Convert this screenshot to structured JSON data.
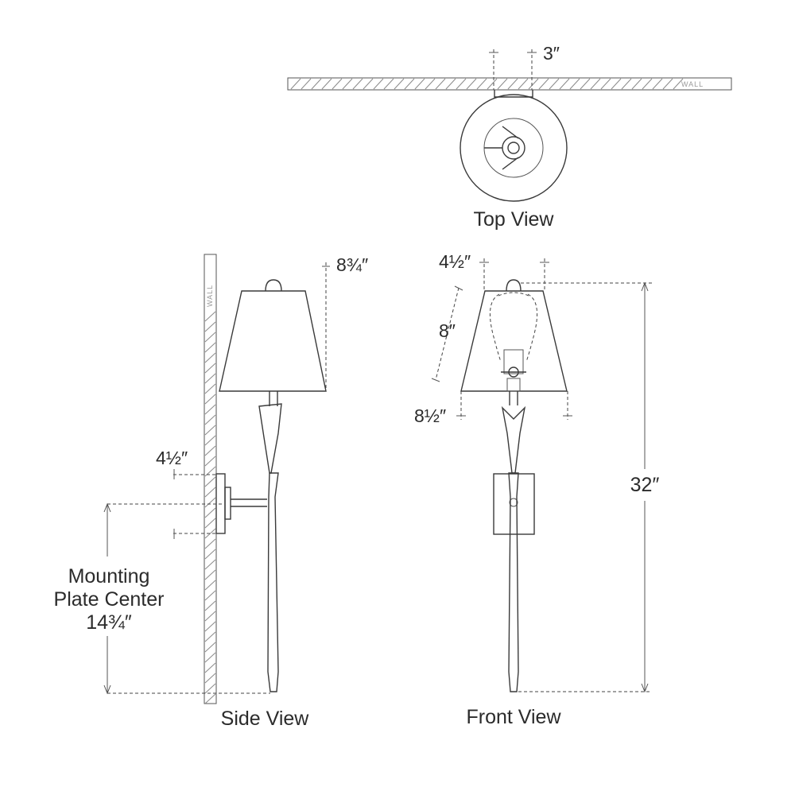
{
  "views": {
    "top": "Top View",
    "side": "Side View",
    "front": "Front View"
  },
  "wall_label": "WALL",
  "dimensions": {
    "top_depth": "3″",
    "side_extension": "8¾″",
    "side_plate_height": "4½″",
    "mounting_line1": "Mounting",
    "mounting_line2": "Plate Center",
    "mounting_value": "14¾″",
    "front_shade_top": "4½″",
    "front_shade_height": "8″",
    "front_shade_bottom": "8½″",
    "front_overall": "32″"
  },
  "colors": {
    "line": "#3a3a3a",
    "hatch": "#8a8a8a",
    "text": "#2b2b2b"
  }
}
